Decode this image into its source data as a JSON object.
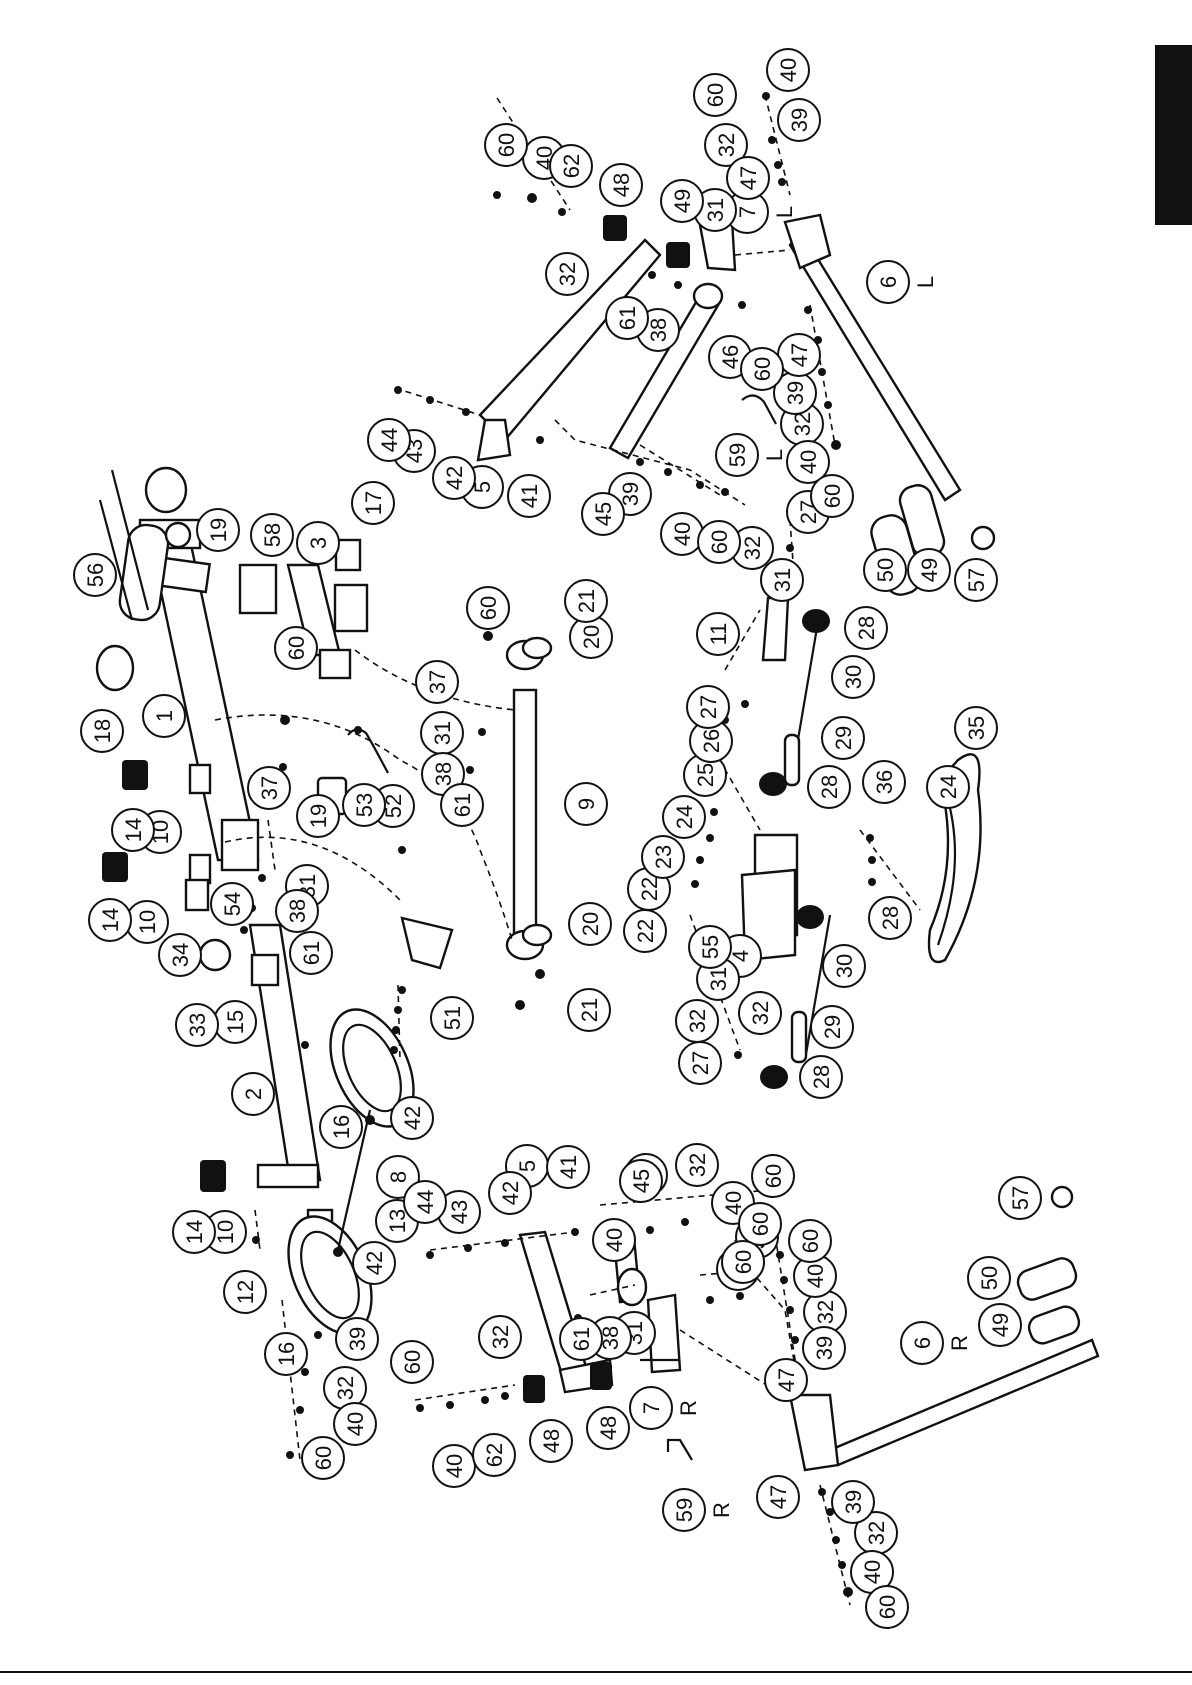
{
  "diagram": {
    "callouts": [
      {
        "id": "1",
        "label": "1"
      },
      {
        "id": "2",
        "label": "2"
      },
      {
        "id": "3",
        "label": "3"
      },
      {
        "id": "4",
        "label": "4"
      },
      {
        "id": "5L",
        "label": "5",
        "suffix": "L"
      },
      {
        "id": "5R",
        "label": "5",
        "suffix": "R"
      },
      {
        "id": "6L",
        "label": "6",
        "suffix": "L"
      },
      {
        "id": "6R",
        "label": "6",
        "suffix": "R"
      },
      {
        "id": "7L",
        "label": "7",
        "suffix": "L"
      },
      {
        "id": "7R",
        "label": "7",
        "suffix": "R"
      },
      {
        "id": "8",
        "label": "8"
      },
      {
        "id": "9",
        "label": "9"
      },
      {
        "id": "10a",
        "label": "10"
      },
      {
        "id": "10b",
        "label": "10"
      },
      {
        "id": "10c",
        "label": "10"
      },
      {
        "id": "11",
        "label": "11"
      },
      {
        "id": "12",
        "label": "12"
      },
      {
        "id": "13",
        "label": "13"
      },
      {
        "id": "14a",
        "label": "14"
      },
      {
        "id": "14b",
        "label": "14"
      },
      {
        "id": "14c",
        "label": "14"
      },
      {
        "id": "15",
        "label": "15"
      },
      {
        "id": "16a",
        "label": "16"
      },
      {
        "id": "16b",
        "label": "16"
      },
      {
        "id": "17",
        "label": "17"
      },
      {
        "id": "18",
        "label": "18"
      },
      {
        "id": "19a",
        "label": "19"
      },
      {
        "id": "19b",
        "label": "19"
      },
      {
        "id": "20a",
        "label": "20"
      },
      {
        "id": "20b",
        "label": "20"
      },
      {
        "id": "21a",
        "label": "21"
      },
      {
        "id": "21b",
        "label": "21"
      },
      {
        "id": "22a",
        "label": "22"
      },
      {
        "id": "22b",
        "label": "22"
      },
      {
        "id": "23",
        "label": "23"
      },
      {
        "id": "24a",
        "label": "24"
      },
      {
        "id": "24b",
        "label": "24"
      },
      {
        "id": "25",
        "label": "25"
      },
      {
        "id": "26",
        "label": "26"
      },
      {
        "id": "27a",
        "label": "27"
      },
      {
        "id": "27b",
        "label": "27"
      },
      {
        "id": "27c",
        "label": "27"
      },
      {
        "id": "28a",
        "label": "28"
      },
      {
        "id": "28b",
        "label": "28"
      },
      {
        "id": "28c",
        "label": "28"
      },
      {
        "id": "28d",
        "label": "28"
      },
      {
        "id": "29a",
        "label": "29"
      },
      {
        "id": "29b",
        "label": "29"
      },
      {
        "id": "30a",
        "label": "30"
      },
      {
        "id": "30b",
        "label": "30"
      },
      {
        "id": "31a",
        "label": "31"
      },
      {
        "id": "31b",
        "label": "31"
      },
      {
        "id": "31c",
        "label": "31"
      },
      {
        "id": "31d",
        "label": "31"
      },
      {
        "id": "31e",
        "label": "31"
      },
      {
        "id": "31f",
        "label": "31"
      },
      {
        "id": "32a",
        "label": "32"
      },
      {
        "id": "32b",
        "label": "32"
      },
      {
        "id": "32c",
        "label": "32"
      },
      {
        "id": "32d",
        "label": "32"
      },
      {
        "id": "32e",
        "label": "32"
      },
      {
        "id": "32f",
        "label": "32"
      },
      {
        "id": "32g",
        "label": "32"
      },
      {
        "id": "32h",
        "label": "32"
      },
      {
        "id": "32i",
        "label": "32"
      },
      {
        "id": "32j",
        "label": "32"
      },
      {
        "id": "32k",
        "label": "32"
      },
      {
        "id": "33",
        "label": "33"
      },
      {
        "id": "34",
        "label": "34"
      },
      {
        "id": "35",
        "label": "35"
      },
      {
        "id": "36",
        "label": "36"
      },
      {
        "id": "37a",
        "label": "37"
      },
      {
        "id": "37b",
        "label": "37"
      },
      {
        "id": "38a",
        "label": "38"
      },
      {
        "id": "38b",
        "label": "38"
      },
      {
        "id": "38c",
        "label": "38"
      },
      {
        "id": "38d",
        "label": "38"
      },
      {
        "id": "39a",
        "label": "39"
      },
      {
        "id": "39b",
        "label": "39"
      },
      {
        "id": "39c",
        "label": "39"
      },
      {
        "id": "39d",
        "label": "39"
      },
      {
        "id": "39e",
        "label": "39"
      },
      {
        "id": "39f",
        "label": "39"
      },
      {
        "id": "39g",
        "label": "39"
      },
      {
        "id": "39h",
        "label": "39"
      },
      {
        "id": "40a",
        "label": "40"
      },
      {
        "id": "40b",
        "label": "40"
      },
      {
        "id": "40c",
        "label": "40"
      },
      {
        "id": "40d",
        "label": "40"
      },
      {
        "id": "40e",
        "label": "40"
      },
      {
        "id": "40f",
        "label": "40"
      },
      {
        "id": "40g",
        "label": "40"
      },
      {
        "id": "40h",
        "label": "40"
      },
      {
        "id": "40i",
        "label": "40"
      },
      {
        "id": "40j",
        "label": "40"
      },
      {
        "id": "41a",
        "label": "41"
      },
      {
        "id": "41b",
        "label": "41"
      },
      {
        "id": "42a",
        "label": "42"
      },
      {
        "id": "42b",
        "label": "42"
      },
      {
        "id": "42c",
        "label": "42"
      },
      {
        "id": "42d",
        "label": "42"
      },
      {
        "id": "43a",
        "label": "43"
      },
      {
        "id": "43b",
        "label": "43"
      },
      {
        "id": "44a",
        "label": "44"
      },
      {
        "id": "44b",
        "label": "44"
      },
      {
        "id": "45a",
        "label": "45"
      },
      {
        "id": "45b",
        "label": "45"
      },
      {
        "id": "46a",
        "label": "46"
      },
      {
        "id": "46b",
        "label": "46"
      },
      {
        "id": "47a",
        "label": "47"
      },
      {
        "id": "47b",
        "label": "47"
      },
      {
        "id": "47c",
        "label": "47"
      },
      {
        "id": "47d",
        "label": "47"
      },
      {
        "id": "48a",
        "label": "48"
      },
      {
        "id": "48b",
        "label": "48"
      },
      {
        "id": "48c",
        "label": "48"
      },
      {
        "id": "49a",
        "label": "49"
      },
      {
        "id": "49b",
        "label": "49"
      },
      {
        "id": "49c",
        "label": "49"
      },
      {
        "id": "50a",
        "label": "50"
      },
      {
        "id": "50b",
        "label": "50"
      },
      {
        "id": "51",
        "label": "51"
      },
      {
        "id": "52",
        "label": "52"
      },
      {
        "id": "53",
        "label": "53"
      },
      {
        "id": "54",
        "label": "54"
      },
      {
        "id": "55",
        "label": "55"
      },
      {
        "id": "56",
        "label": "56"
      },
      {
        "id": "57a",
        "label": "57"
      },
      {
        "id": "57b",
        "label": "57"
      },
      {
        "id": "58",
        "label": "58"
      },
      {
        "id": "59L",
        "label": "59",
        "suffix": "L"
      },
      {
        "id": "59R",
        "label": "59",
        "suffix": "R"
      },
      {
        "id": "60a",
        "label": "60"
      },
      {
        "id": "60b",
        "label": "60"
      },
      {
        "id": "60c",
        "label": "60"
      },
      {
        "id": "60d",
        "label": "60"
      },
      {
        "id": "60e",
        "label": "60"
      },
      {
        "id": "60f",
        "label": "60"
      },
      {
        "id": "60g",
        "label": "60"
      },
      {
        "id": "60h",
        "label": "60"
      },
      {
        "id": "60i",
        "label": "60"
      },
      {
        "id": "60j",
        "label": "60"
      },
      {
        "id": "60k",
        "label": "60"
      },
      {
        "id": "60l",
        "label": "60"
      },
      {
        "id": "60m",
        "label": "60"
      },
      {
        "id": "60n",
        "label": "60"
      },
      {
        "id": "61a",
        "label": "61"
      },
      {
        "id": "61b",
        "label": "61"
      },
      {
        "id": "61c",
        "label": "61"
      },
      {
        "id": "61d",
        "label": "61"
      },
      {
        "id": "62a",
        "label": "62"
      },
      {
        "id": "62b",
        "label": "62"
      }
    ],
    "colors": {
      "ink": "#111111",
      "paper": "#ffffff",
      "tab": "#111111"
    }
  }
}
